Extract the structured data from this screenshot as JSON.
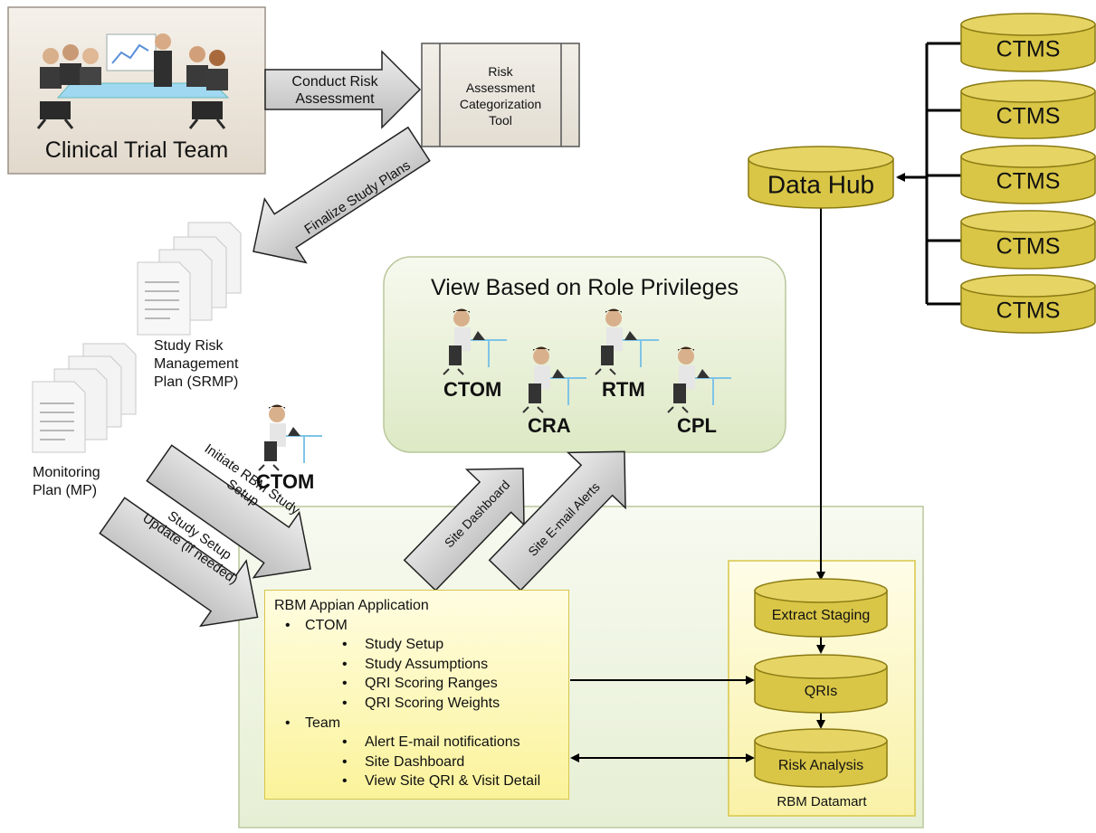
{
  "clinical_trial_team": {
    "label": "Clinical Trial Team"
  },
  "conduct_arrow": {
    "label_line1": "Conduct Risk",
    "label_line2": "Assessment"
  },
  "risk_tool": {
    "line1": "Risk",
    "line2": "Assessment",
    "line3": "Categorization",
    "line4": "Tool"
  },
  "finalize_arrow": {
    "label": "Finalize Study Plans"
  },
  "srmp": {
    "line1": "Study Risk",
    "line2": "Management",
    "line3": "Plan (SRMP)"
  },
  "mp": {
    "line1": "Monitoring",
    "line2": "Plan (MP)"
  },
  "view_panel": {
    "title": "View Based on Role Privileges"
  },
  "roles": {
    "ctom": "CTOM",
    "cra": "CRA",
    "rtm": "RTM",
    "cpl": "CPL"
  },
  "ctom_user": {
    "label": "CTOM"
  },
  "initiate_arrow": {
    "line1": "Initiate RBM Study",
    "line2": "Setup"
  },
  "update_arrow": {
    "line1": "Study Setup",
    "line2": "Update (if needed)"
  },
  "site_dashboard_arrow": {
    "label": "Site Dashboard"
  },
  "site_alerts_arrow": {
    "label": "Site E-mail Alerts"
  },
  "data_hub": {
    "label": "Data Hub"
  },
  "ctms_sources": [
    "CTMS",
    "CTMS",
    "CTMS",
    "CTMS",
    "CTMS"
  ],
  "rbm_app": {
    "title": "RBM Appian Application",
    "groups": [
      {
        "label": "CTOM",
        "items": [
          "Study Setup",
          "Study Assumptions",
          "QRI Scoring Ranges",
          "QRI Scoring Weights"
        ]
      },
      {
        "label": "Team",
        "items": [
          "Alert E-mail notifications",
          "Site Dashboard",
          "View Site QRI & Visit Detail"
        ]
      }
    ]
  },
  "datamart": {
    "label": "RBM Datamart",
    "stores": [
      "Extract Staging",
      "QRIs",
      "Risk Analysis"
    ]
  },
  "colors": {
    "cylinder": "#d9c646",
    "cylinder_dark": "#8a7a12",
    "arrow": "#cfcfcf",
    "green_panel": "#e8f0d6",
    "team_box": "#ede6db"
  }
}
